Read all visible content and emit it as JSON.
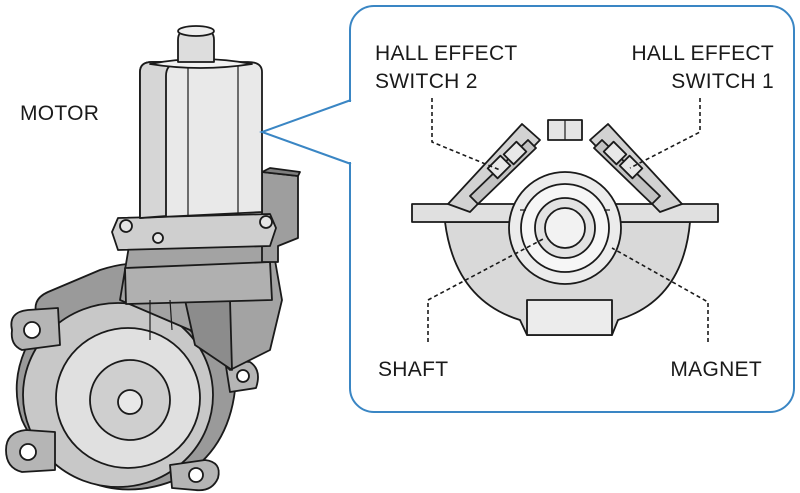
{
  "labels": {
    "motor": "MOTOR",
    "hall_switch_2_line1": "HALL EFFECT",
    "hall_switch_2_line2": "SWITCH 2",
    "hall_switch_1_line1": "HALL EFFECT",
    "hall_switch_1_line2": "SWITCH 1",
    "shaft": "SHAFT",
    "magnet": "MAGNET"
  },
  "colors": {
    "callout_border": "#3a86c4",
    "housing_light": "#e6e6e6",
    "housing_mid": "#bdbdbd",
    "housing_dark": "#8f8f8f",
    "cutaway_fill": "#d9d9d9"
  }
}
